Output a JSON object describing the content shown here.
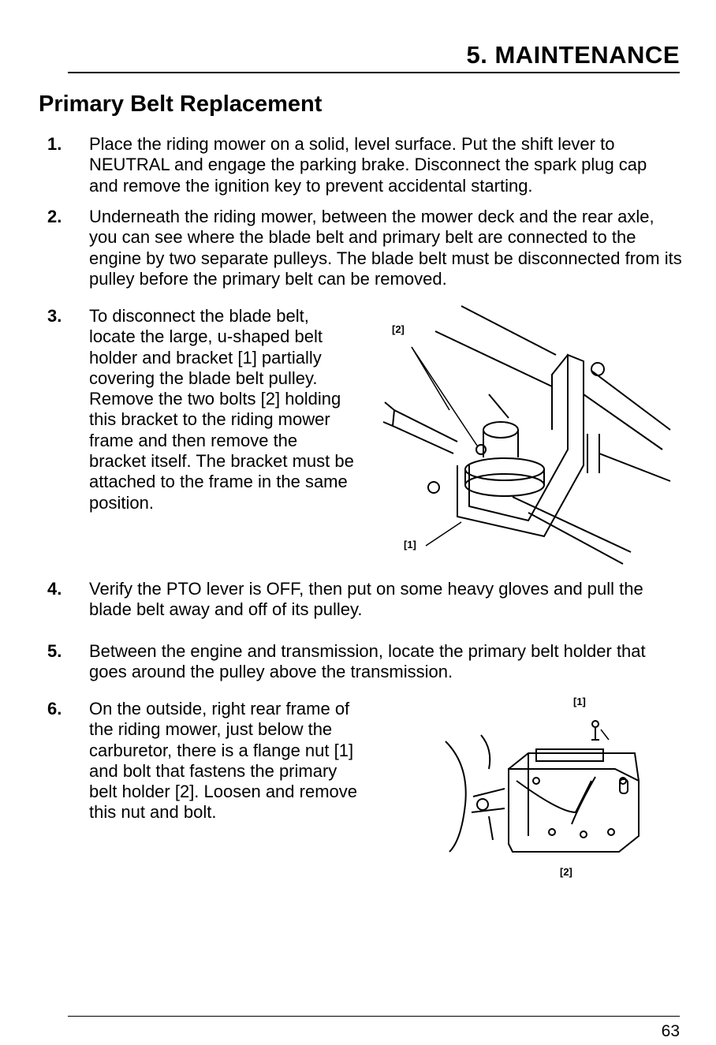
{
  "header": {
    "section": "5. MAINTENANCE"
  },
  "title": "Primary Belt Replacement",
  "steps": [
    {
      "num": "1.",
      "text": "Place the riding mower on a solid, level surface. Put the shift lever to NEUTRAL and engage the parking brake. Disconnect the spark plug cap and remove the ignition key to prevent accidental starting."
    },
    {
      "num": "2.",
      "text": "Underneath the riding mower, between the mower deck and the rear axle, you can see where the blade belt and primary belt are connected to the engine by two separate pulleys. The blade belt must be disconnected from its pulley before the primary belt can be removed."
    },
    {
      "num": "3.",
      "text": "To disconnect the blade belt, locate the large, u-shaped belt holder and bracket [1] partially covering the blade belt pulley. Remove the two bolts [2] holding this bracket to the riding mower frame and then remove the bracket itself. The bracket must be attached to the frame in the same position."
    },
    {
      "num": "4.",
      "text": "Verify the PTO lever is OFF, then put on some heavy gloves and pull the blade belt away and off of its pulley."
    },
    {
      "num": "5.",
      "text": "Between the engine and transmission, locate the primary belt holder that goes around the pulley above the transmission."
    },
    {
      "num": "6.",
      "text": "On the outside, right rear frame of the riding mower, just below the carburetor, there is a flange nut [1] and bolt that fastens the primary belt holder [2]. Loosen and remove this nut and bolt."
    }
  ],
  "figure1": {
    "callout_1": "[1]",
    "callout_2": "[2]"
  },
  "figure2": {
    "callout_1": "[1]",
    "callout_2": "[2]"
  },
  "page_number": "63"
}
